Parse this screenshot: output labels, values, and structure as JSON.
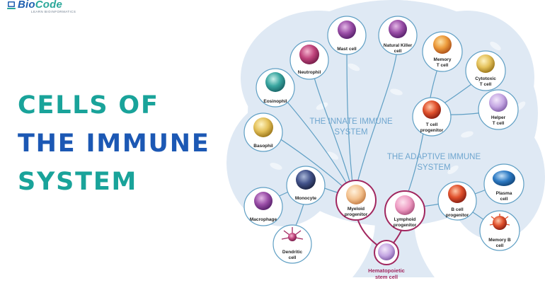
{
  "logo": {
    "name_part1": "Bio",
    "name_part2": "Code",
    "tagline": "LEARN BIOINFORMATICS"
  },
  "headline": {
    "line1": "CELLS OF",
    "line2": "THE IMMUNE",
    "line3": "SYSTEM"
  },
  "sections": {
    "innate_line1": "THE INNATE IMMUNE",
    "innate_line2": "SYSTEM",
    "adaptive_line1": "THE ADAPTIVE IMMUNE",
    "adaptive_line2": "SYSTEM"
  },
  "cells": {
    "stem_line1": "Hematopoietic",
    "stem_line2": "stem cell",
    "myeloid_line1": "Myeloid",
    "myeloid_line2": "progenitor",
    "lymphoid_line1": "Lymphoid",
    "lymphoid_line2": "progenitor",
    "mast": "Mast cell",
    "nk_line1": "Natural Killer",
    "nk_line2": "cell",
    "neutrophil": "Neutrophil",
    "eosinophil": "Eosinophil",
    "basophil": "Basophil",
    "monocyte": "Monocyte",
    "macrophage": "Macrophage",
    "dendritic_line1": "Dendritic",
    "dendritic_line2": "cell",
    "memory_t_line1": "Memory",
    "memory_t_line2": "T cell",
    "cytotoxic_line1": "Cytotoxic",
    "cytotoxic_line2": "T cell",
    "t_prog_line1": "T cell",
    "t_prog_line2": "progenitor",
    "helper_line1": "Helper",
    "helper_line2": "T cell",
    "b_prog_line1": "B cell",
    "b_prog_line2": "progenitor",
    "plasma_line1": "Plasma",
    "plasma_line2": "cell",
    "memory_b_line1": "Memory B",
    "memory_b_line2": "cell"
  },
  "colors": {
    "teal": "#19a39a",
    "blue": "#1c58b4",
    "lineage_line": "#a1275f",
    "branch_line": "#5f9fc4",
    "tree": "#dfe9f4"
  }
}
